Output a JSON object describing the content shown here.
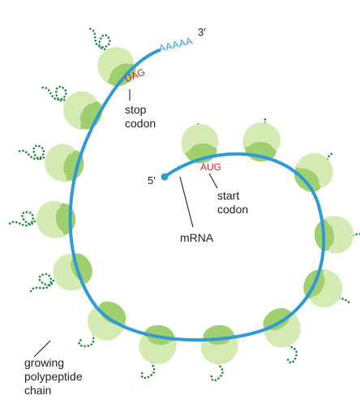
{
  "colors": {
    "mrna": "#2f9ad6",
    "ribosome_large": "#d6ebb4",
    "ribosome_small": "#9fcf6e",
    "chain": "#1c8a3c",
    "codon_text": "#d8232a",
    "polyA_text": "#2f9ad6",
    "label_text": "#222222"
  },
  "labels": {
    "five_prime": "5′",
    "three_prime": "3′",
    "poly_a": "AAAAA",
    "start_codon_seq": "AUG",
    "stop_codon_seq": "UAG",
    "start_codon_line1": "start",
    "start_codon_line2": "codon",
    "stop_codon_line1": "stop",
    "stop_codon_line2": "codon",
    "mrna": "mRNA",
    "polypeptide_line1": "growing",
    "polypeptide_line2": "polypeptide",
    "polypeptide_line3": "chain"
  }
}
